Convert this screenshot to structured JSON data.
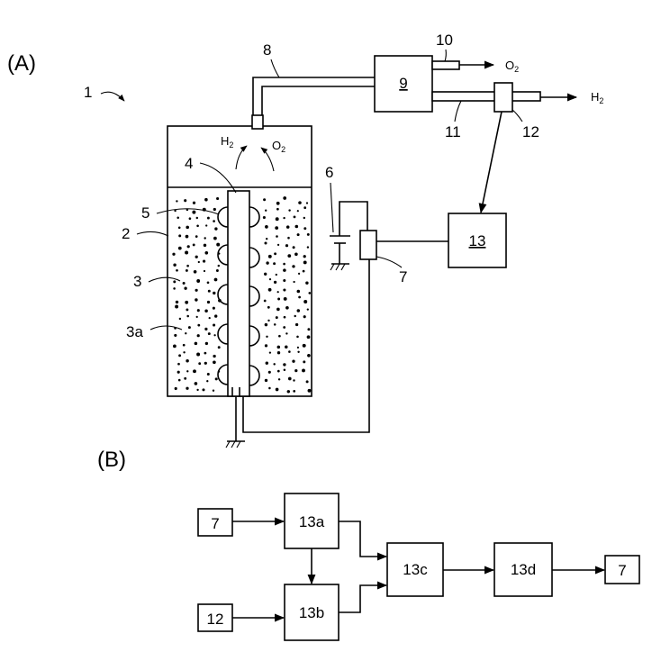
{
  "sections": {
    "a": "(A)",
    "b": "(B)"
  },
  "labels": {
    "n1": "1",
    "n2": "2",
    "n3": "3",
    "n3a": "3a",
    "n4": "4",
    "n5": "5",
    "n6": "6",
    "n7": "7",
    "n8": "8",
    "n10": "10",
    "n11": "11",
    "n12": "12"
  },
  "blocks_a": {
    "b9": "9",
    "b13": "13"
  },
  "gases": {
    "h2_inside": {
      "el": "H",
      "sub": "2"
    },
    "o2_inside": {
      "el": "O",
      "sub": "2"
    },
    "o2_out": {
      "el": "O",
      "sub": "2"
    },
    "h2_out": {
      "el": "H",
      "sub": "2"
    }
  },
  "blocks_b": {
    "in7": "7",
    "in12": "12",
    "b13a": "13a",
    "b13b": "13b",
    "b13c": "13c",
    "b13d": "13d",
    "out7": "7"
  }
}
